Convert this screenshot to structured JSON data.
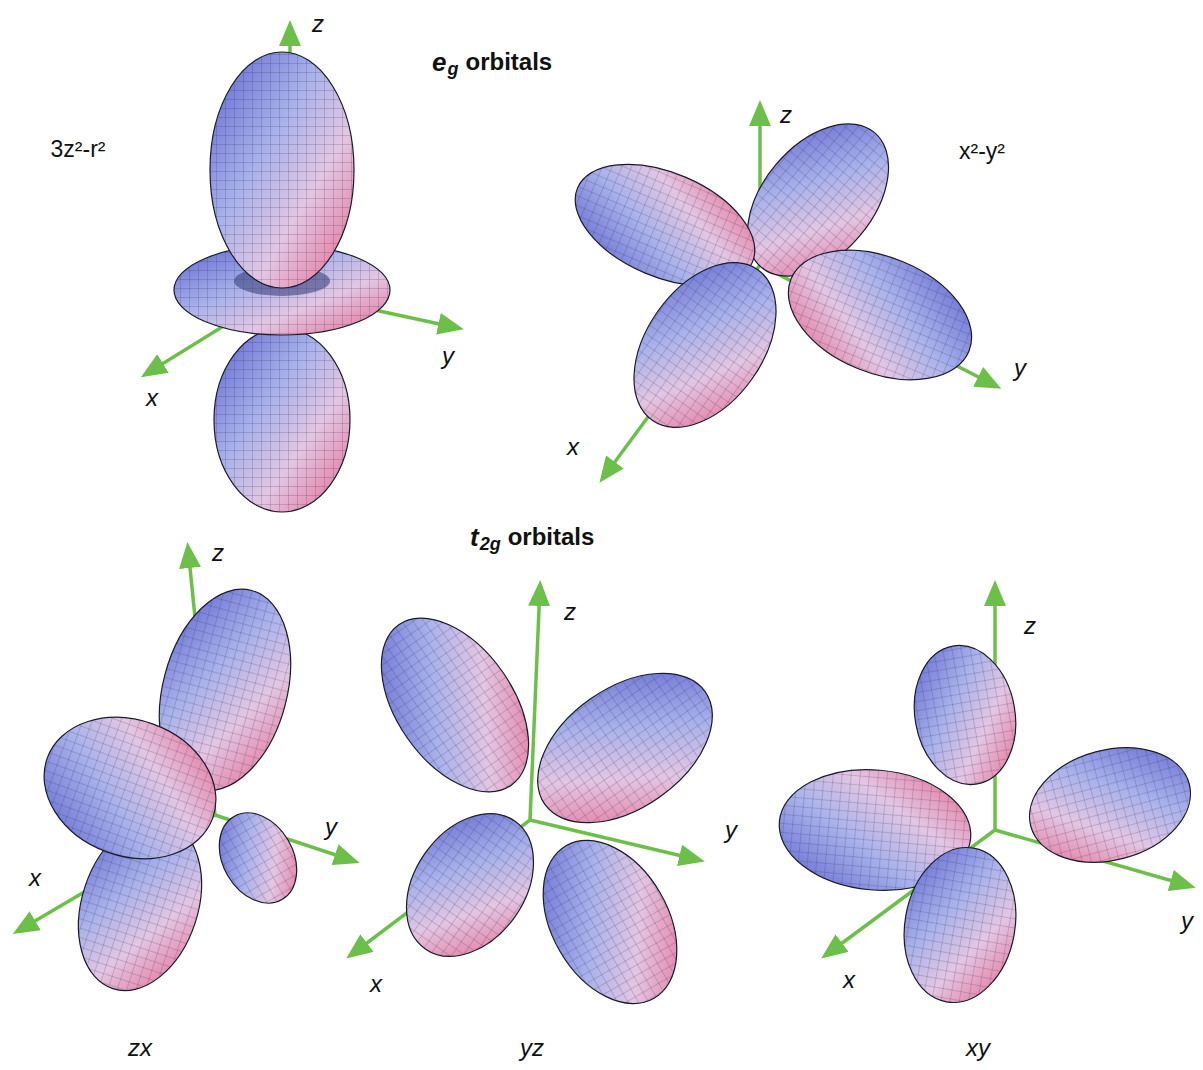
{
  "diagram": {
    "labels": [
      "e",
      "g",
      "orbitals",
      "3z²-r²",
      "z",
      "x",
      "y",
      "x²-y²",
      "z",
      "y",
      "x",
      "t",
      "2g",
      "orbitals",
      "z",
      "y",
      "x",
      "zx",
      "z",
      "y",
      "x",
      "yz",
      "z",
      "y",
      "x",
      "xy"
    ]
  }
}
